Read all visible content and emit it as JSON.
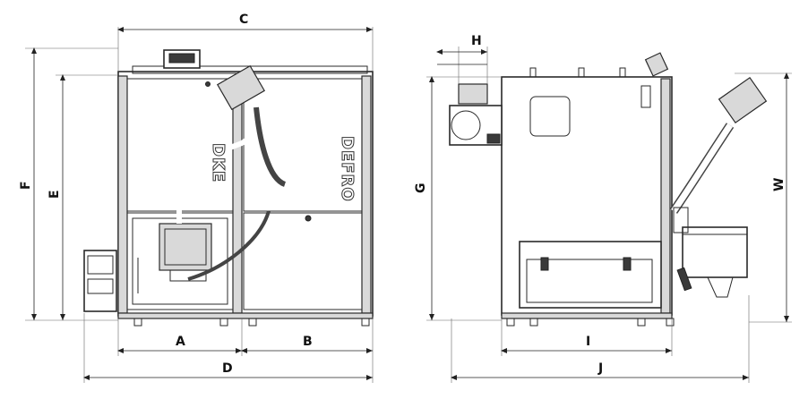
{
  "dimension_labels": {
    "A": "A",
    "B": "B",
    "C": "C",
    "D": "D",
    "E": "E",
    "F": "F",
    "G": "G",
    "H": "H",
    "I": "I",
    "J": "J",
    "W": "W"
  },
  "brand_left": "DKE",
  "brand_right": "DEFRO",
  "colors": {
    "line": "#2a2a2a",
    "panel": "#d9d9d9",
    "dark": "#3a3a3a"
  }
}
